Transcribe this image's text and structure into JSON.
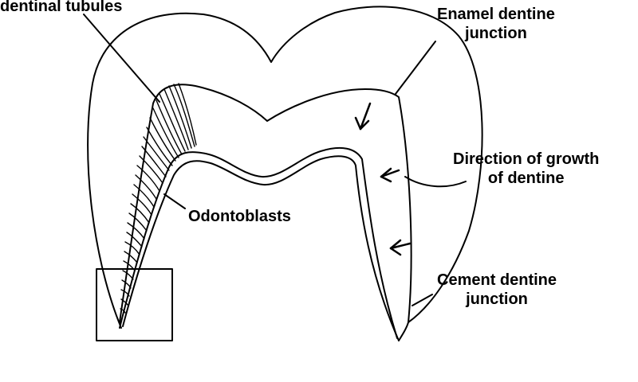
{
  "labels": {
    "dentinal_tubules": "dentinal tubules",
    "enamel_dentine_junction": [
      "Enamel dentine",
      "junction"
    ],
    "direction_of_growth": [
      "Direction of growth",
      "of dentine"
    ],
    "odontoblasts": "Odontoblasts",
    "cement_dentine_junction": [
      "Cement dentine",
      "junction"
    ]
  },
  "colors": {
    "stroke": "#000000",
    "background": "#ffffff"
  }
}
